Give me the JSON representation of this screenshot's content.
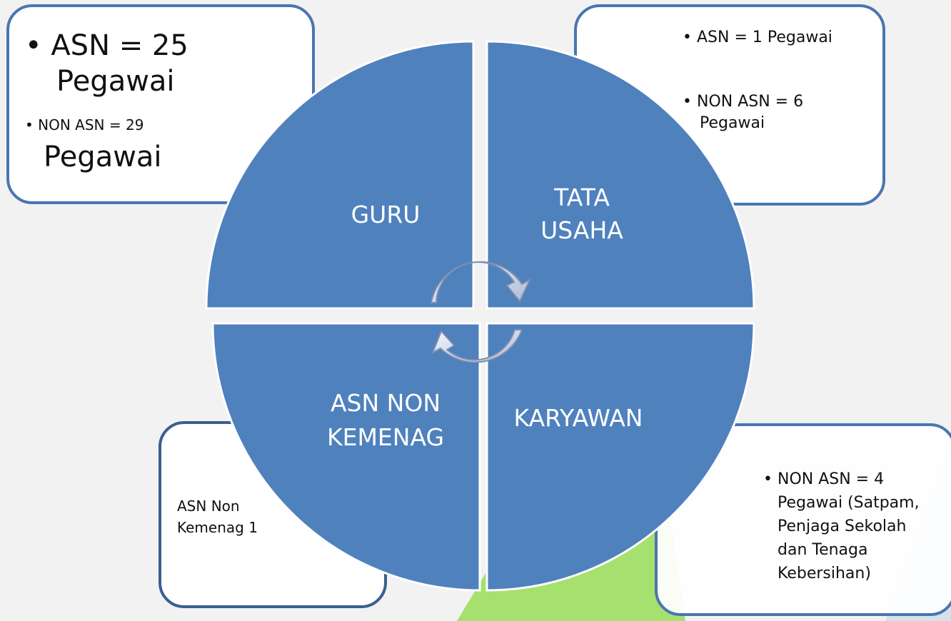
{
  "quadrants": {
    "guru": "GURU",
    "tata_usaha_line1": "TATA",
    "tata_usaha_line2": "USAHA",
    "asn_non_line1": "ASN NON",
    "asn_non_line2": "KEMENAG",
    "karyawan": "KARYAWAN"
  },
  "boxes": {
    "guru": {
      "asn": "ASN = 25",
      "asn_unit": "Pegawai",
      "non_asn": "NON ASN = 29",
      "non_asn_unit": "Pegawai"
    },
    "tata_usaha": {
      "asn": "ASN = 1 Pegawai",
      "non_asn": "NON ASN = 6",
      "non_asn_unit": "Pegawai"
    },
    "asn_non_kemenag": {
      "line1": "ASN Non",
      "line2": "Kemenag 1"
    },
    "karyawan": {
      "line1": "NON ASN = 4",
      "line2": "Pegawai (Satpam,",
      "line3": "Penjaga Sekolah",
      "line4": "dan Tenaga",
      "line5": "Kebersihan)"
    }
  },
  "colors": {
    "quadrant_fill": "#4f81bd",
    "box_border": "#4a76b0",
    "background": "#f2f2f2",
    "accent_green": "#a6e06e"
  },
  "icons": {
    "top_arrow": "cycle-arrow-clockwise",
    "bottom_arrow": "cycle-arrow-clockwise"
  }
}
